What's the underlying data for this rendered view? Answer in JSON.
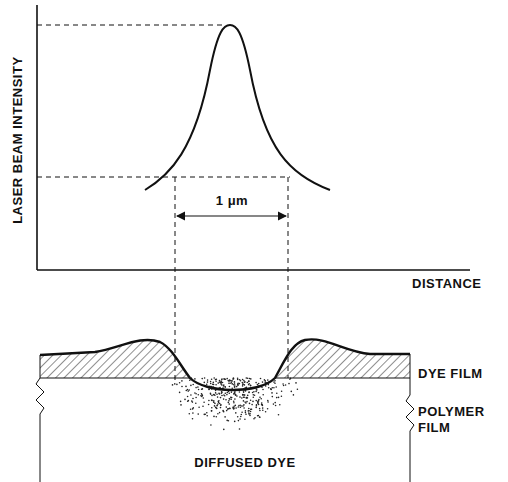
{
  "diagram": {
    "labels": [
      "LASER BEAM INTENSITY",
      "DISTANCE",
      "1 μm",
      "DYE FILM",
      "POLYMER FILM",
      "DIFFUSED DYE"
    ]
  }
}
